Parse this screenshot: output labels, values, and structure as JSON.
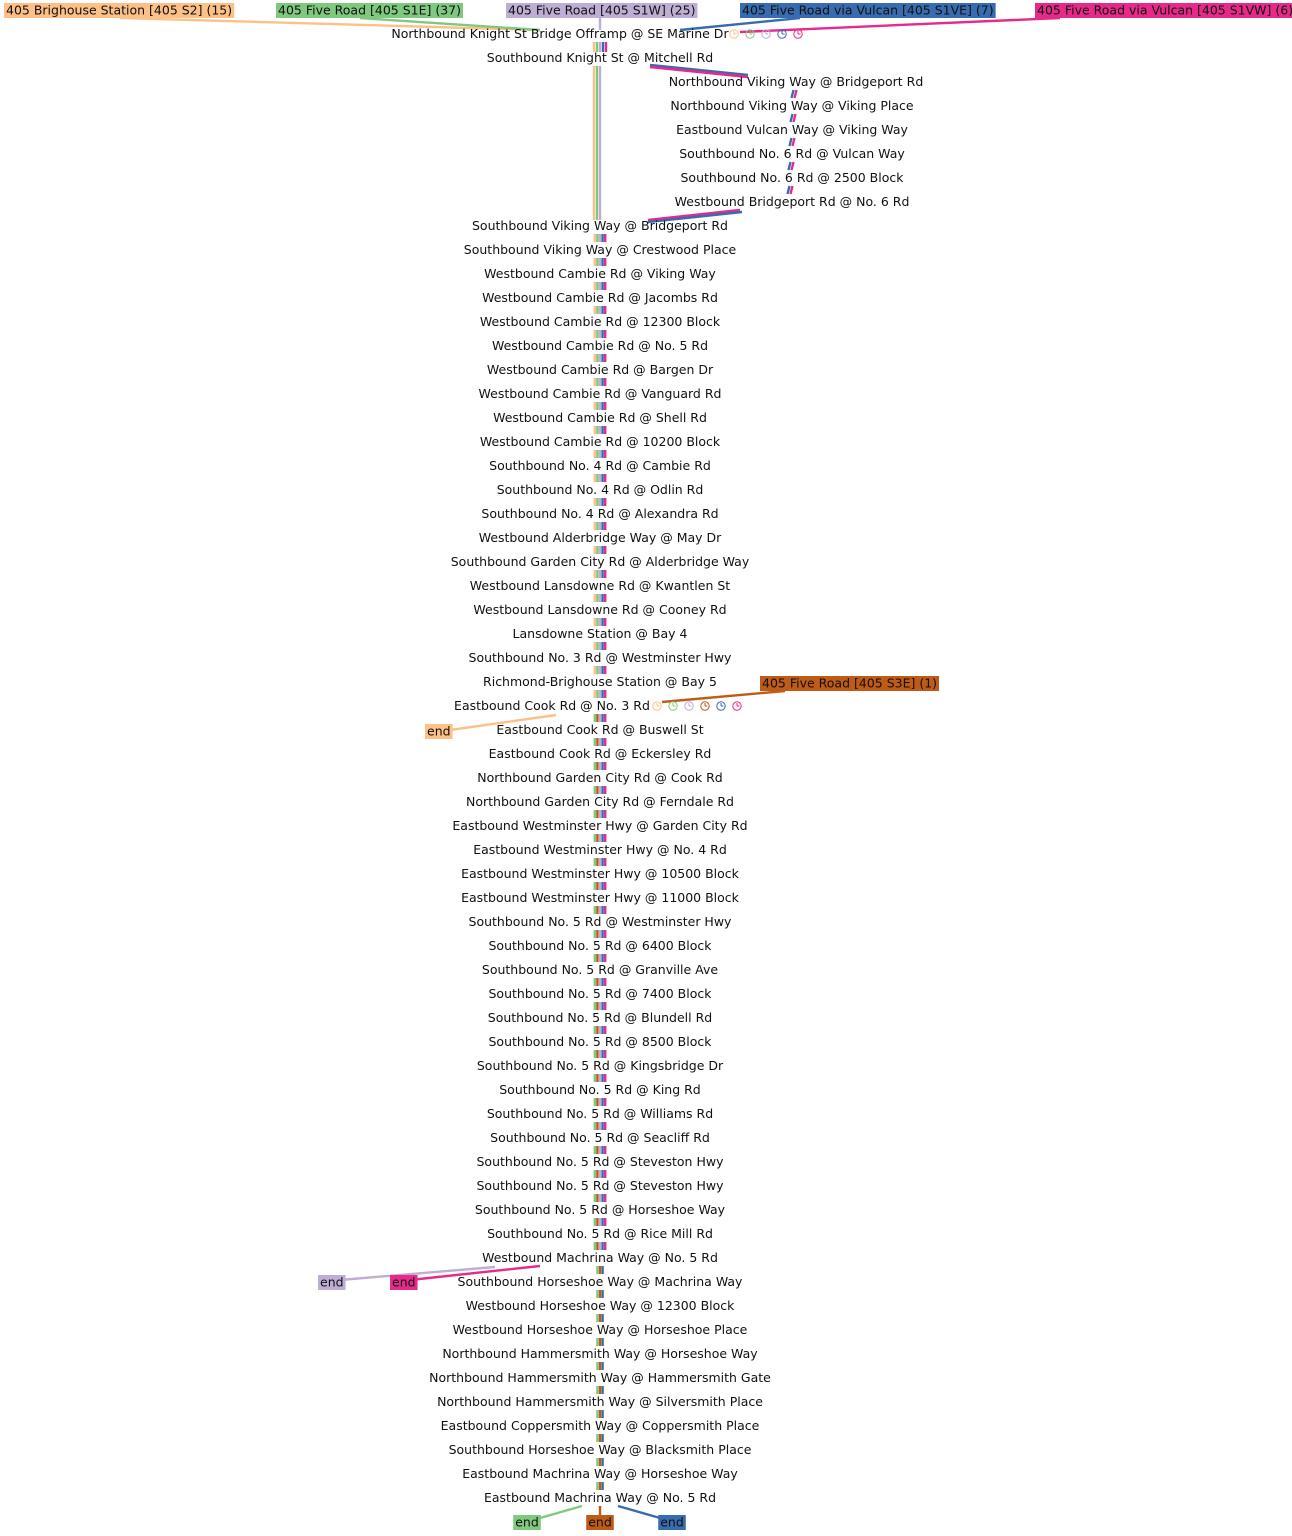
{
  "route_labels": [
    {
      "key": "s2",
      "text": "405 Brighouse Station [405 S2] (15)",
      "color": "#fdc086"
    },
    {
      "key": "s1e",
      "text": "405 Five Road [405 S1E] (37)",
      "color": "#7fc97f"
    },
    {
      "key": "s1w",
      "text": "405 Five Road [405 S1W] (25)",
      "color": "#beaed4"
    },
    {
      "key": "s1ve",
      "text": "405 Five Road via Vulcan [405 S1VE] (7)",
      "color": "#386cb0"
    },
    {
      "key": "s1vw",
      "text": "405 Five Road via Vulcan [405 S1VW] (6)",
      "color": "#e7298a"
    },
    {
      "key": "s3e",
      "text": "405 Five Road [405 S3E] (1)",
      "color": "#bf5b17"
    }
  ],
  "end_label": "end",
  "start_stop": "Northbound Knight St Bridge Offramp @ SE Marine Dr",
  "second_stop": "Southbound Knight St @ Mitchell Rd",
  "branch_stops": [
    "Northbound Viking Way @ Bridgeport Rd",
    "Northbound Viking Way @ Viking Place",
    "Eastbound Vulcan Way @ Viking Way",
    "Southbound No. 6 Rd @ Vulcan Way",
    "Southbound No. 6 Rd @ 2500 Block",
    "Westbound Bridgeport Rd @ No. 6 Rd"
  ],
  "main_stops": [
    "Southbound Viking Way @ Bridgeport Rd",
    "Southbound Viking Way @ Crestwood Place",
    "Westbound Cambie Rd @ Viking Way",
    "Westbound Cambie Rd @ Jacombs Rd",
    "Westbound Cambie Rd @ 12300 Block",
    "Westbound Cambie Rd @ No. 5 Rd",
    "Westbound Cambie Rd @ Bargen Dr",
    "Westbound Cambie Rd @ Vanguard Rd",
    "Westbound Cambie Rd @ Shell Rd",
    "Westbound Cambie Rd @ 10200 Block",
    "Southbound No. 4 Rd @ Cambie Rd",
    "Southbound No. 4 Rd @ Odlin Rd",
    "Southbound No. 4 Rd @ Alexandra Rd",
    "Westbound Alderbridge Way @ May Dr",
    "Southbound Garden City Rd @ Alderbridge Way",
    "Westbound Lansdowne Rd @ Kwantlen St",
    "Westbound Lansdowne Rd @ Cooney Rd",
    "Lansdowne Station @ Bay 4",
    "Southbound No. 3 Rd @ Westminster Hwy",
    "Richmond-Brighouse Station @ Bay 5",
    "Eastbound Cook Rd @ No. 3 Rd",
    "Eastbound Cook Rd @ Buswell St",
    "Eastbound Cook Rd @ Eckersley Rd",
    "Northbound Garden City Rd @ Cook Rd",
    "Northbound Garden City Rd @ Ferndale Rd",
    "Eastbound Westminster Hwy @ Garden City Rd",
    "Eastbound Westminster Hwy @ No. 4 Rd",
    "Eastbound Westminster Hwy @ 10500 Block",
    "Eastbound Westminster Hwy @ 11000 Block",
    "Southbound No. 5 Rd @ Westminster Hwy",
    "Southbound No. 5 Rd @ 6400 Block",
    "Southbound No. 5 Rd @ Granville Ave",
    "Southbound No. 5 Rd @ 7400 Block",
    "Southbound No. 5 Rd @ Blundell Rd",
    "Southbound No. 5 Rd @ 8500 Block",
    "Southbound No. 5 Rd @ Kingsbridge Dr",
    "Southbound No. 5 Rd @ King Rd",
    "Southbound No. 5 Rd @ Williams Rd",
    "Southbound No. 5 Rd @ Seacliff Rd",
    "Southbound No. 5 Rd @ Steveston Hwy",
    "Southbound No. 5 Rd @ Steveston Hwy",
    "Southbound No. 5 Rd @ Horseshoe Way",
    "Southbound No. 5 Rd @ Rice Mill Rd",
    "Westbound Machrina Way @ No. 5 Rd",
    "Southbound Horseshoe Way @ Machrina Way",
    "Westbound Horseshoe Way @ 12300 Block",
    "Westbound Horseshoe Way @ Horseshoe Place",
    "Northbound Hammersmith Way @ Horseshoe Way",
    "Northbound Hammersmith Way @ Hammersmith Gate",
    "Northbound Hammersmith Way @ Silversmith Place",
    "Eastbound Coppersmith Way @ Coppersmith Place",
    "Southbound Horseshoe Way @ Blacksmith Place",
    "Eastbound Machrina Way @ Horseshoe Way",
    "Eastbound Machrina Way @ No. 5 Rd"
  ],
  "route_ends": [
    {
      "key": "s2",
      "after_stop": "Eastbound Cook Rd @ No. 3 Rd"
    },
    {
      "key": "s1w",
      "after_stop": "Westbound Machrina Way @ No. 5 Rd"
    },
    {
      "key": "s1vw",
      "after_stop": "Westbound Machrina Way @ No. 5 Rd"
    },
    {
      "key": "s1e",
      "after_stop": "Eastbound Machrina Way @ No. 5 Rd"
    },
    {
      "key": "s3e",
      "after_stop": "Eastbound Machrina Way @ No. 5 Rd"
    },
    {
      "key": "s1ve",
      "after_stop": "Eastbound Machrina Way @ No. 5 Rd"
    }
  ],
  "clock_icon": "clock-icon"
}
